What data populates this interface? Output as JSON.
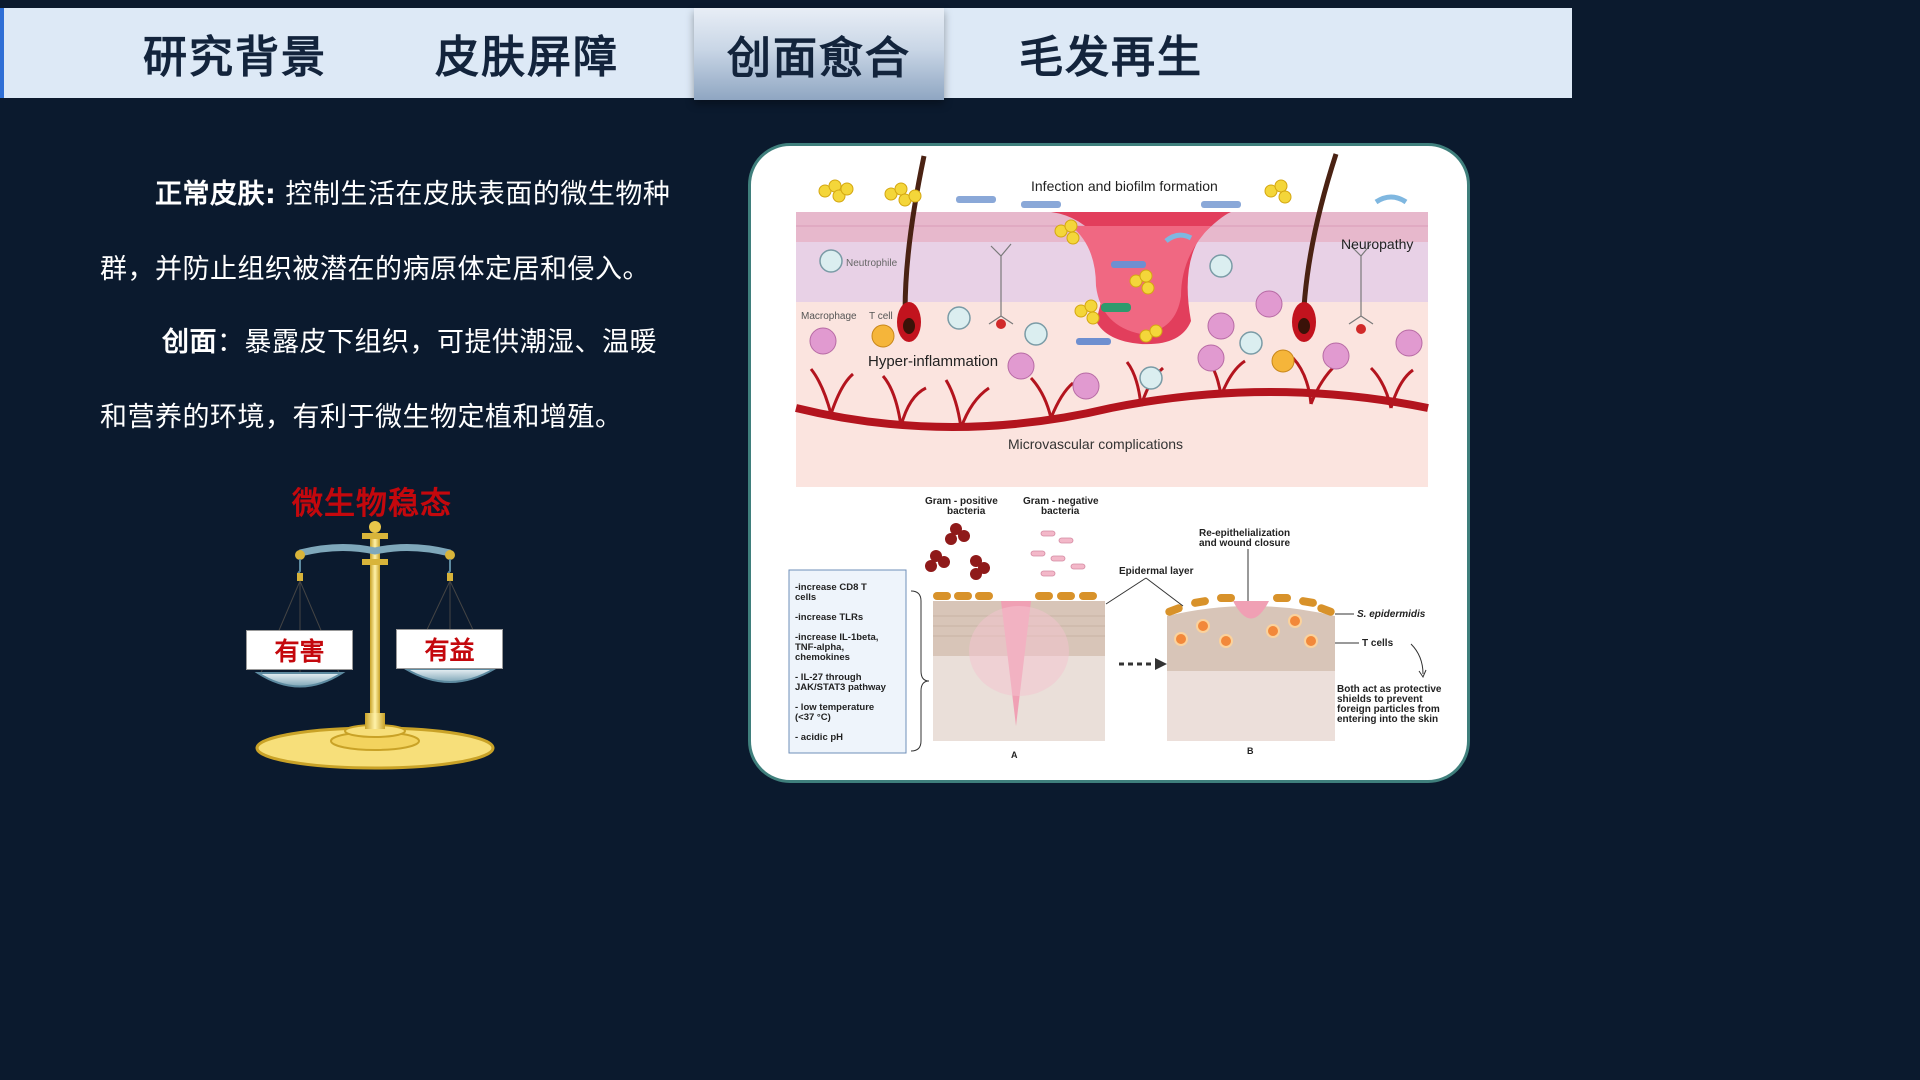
{
  "nav": {
    "tabs": [
      {
        "label": "研究背景"
      },
      {
        "label": "皮肤屏障"
      },
      {
        "label": "创面愈合"
      },
      {
        "label": "毛发再生"
      }
    ],
    "active_index": 2
  },
  "content": {
    "p1_head": "正常皮肤:",
    "p1_line1": " 控制生活在皮肤表面的微生物种",
    "p1_line2": "群，并防止组织被潜在的病原体定居和侵入。",
    "p2_head": "创面",
    "p2_line1": "：暴露皮下组织，可提供潮湿、温暖",
    "p2_line2": "和营养的环境，有利于微生物定植和增殖。"
  },
  "balance": {
    "title": "微生物稳态",
    "left_label": "有害",
    "right_label": "有益"
  },
  "figure": {
    "top_labels": {
      "infection": "Infection and biofilm formation",
      "neuropathy": "Neuropathy",
      "neutrophile": "Neutrophile",
      "macrophage": "Macrophage",
      "tcell": "T cell",
      "hyper": "Hyper-inflammation",
      "microvascular": "Microvascular complications"
    },
    "bottom_labels": {
      "gram_pos_1": "Gram - positive",
      "gram_pos_2": "bacteria",
      "gram_neg_1": "Gram - negative",
      "gram_neg_2": "bacteria",
      "reepi_1": "Re-epithelialization",
      "reepi_2": "and wound closure",
      "epidermal": "Epidermal layer",
      "sepi": "S. epidermidis",
      "tcells": "T cells",
      "both_1": "Both act as protective",
      "both_2": "shields to prevent",
      "both_3": "foreign particles from",
      "both_4": "entering into the skin",
      "panel_a": "A",
      "panel_b": "B"
    },
    "box_items": [
      "-increase CD8 T",
      "cells",
      "-increase TLRs",
      "-increase IL-1beta,",
      "TNF-alpha,",
      " chemokines",
      "- IL-27 through",
      "JAK/STAT3 pathway",
      "- low temperature",
      "(<37 °C)",
      "- acidic pH"
    ]
  },
  "colors": {
    "background": "#0b1a2e",
    "nav": "#dde9f6",
    "accent_red": "#c4080d",
    "panel_border": "#3f7f7c"
  }
}
